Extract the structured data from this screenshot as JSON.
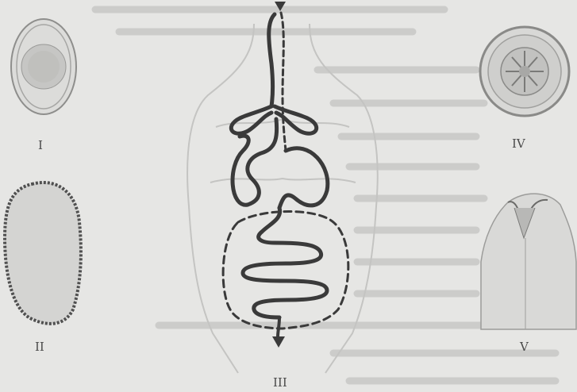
{
  "figure": {
    "labels": {
      "one": "I",
      "two": "II",
      "three": "III",
      "four": "IV",
      "five": "V"
    }
  },
  "colors": {
    "paper": "#e6e6e4",
    "ink": "#3a3a3a",
    "ghost_text": "#b8b8b6",
    "specimen_fill": "#d2d2d0"
  }
}
